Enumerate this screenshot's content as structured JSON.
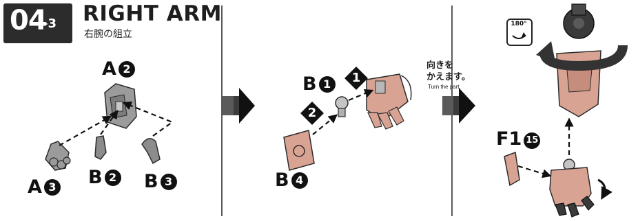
{
  "step": {
    "number": "04",
    "sub": "-3"
  },
  "title": {
    "en": "RIGHT ARM",
    "jp": "右腕の組立"
  },
  "panel1": {
    "labels": [
      {
        "part": "A",
        "num": "2"
      },
      {
        "part": "A",
        "num": "3"
      },
      {
        "part": "B",
        "num": "2"
      },
      {
        "part": "B",
        "num": "3"
      }
    ]
  },
  "panel2": {
    "labels": [
      {
        "part": "B",
        "num": "1"
      },
      {
        "part": "B",
        "num": "4"
      }
    ],
    "order_markers": [
      "1",
      "2"
    ]
  },
  "panel3": {
    "note_jp_line1": "向きを",
    "note_jp_line2": "かえます。",
    "note_en": "Turn the part.",
    "rotation_badge": "180°",
    "labels": [
      {
        "part": "F1",
        "num": "15"
      }
    ]
  },
  "colors": {
    "step_box": "#2c2c2c",
    "part_gray": "#8a8a8a",
    "part_salmon": "#d9a393",
    "dark_part": "#3a3a3a"
  },
  "icons": [
    "arrow-right-icon",
    "rotate-arrow-icon",
    "rotation-180-icon"
  ]
}
